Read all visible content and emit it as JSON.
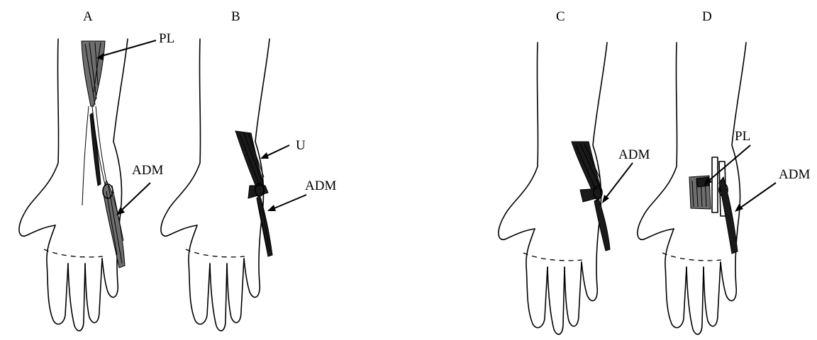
{
  "figure": {
    "panels": [
      {
        "letter": "A",
        "labels": [
          "PL",
          "ADM"
        ]
      },
      {
        "letter": "B",
        "labels": [
          "U",
          "ADM"
        ]
      },
      {
        "letter": "C",
        "labels": [
          "ADM"
        ]
      },
      {
        "letter": "D",
        "labels": [
          "PL",
          "ADM"
        ]
      }
    ]
  },
  "colors": {
    "background": "#ffffff",
    "ink": "#000000"
  }
}
